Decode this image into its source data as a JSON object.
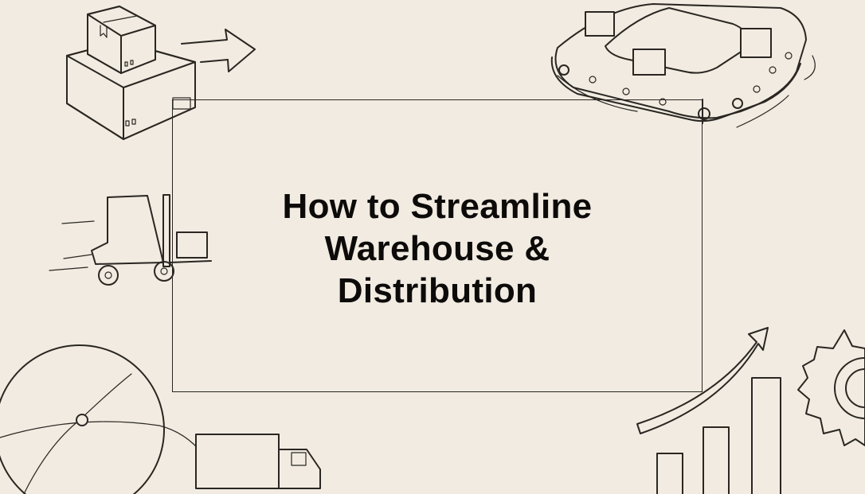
{
  "slide": {
    "title_lines": [
      "How to Streamline",
      "Warehouse &",
      "Distribution"
    ],
    "background_color": "#f1ebe1",
    "text_color": "#0d0b0a",
    "stroke_color": "#2a2622"
  },
  "illustrations": [
    {
      "name": "stacked-boxes-icon",
      "position": "top-left"
    },
    {
      "name": "arrow-right-icon",
      "position": "top-left"
    },
    {
      "name": "conveyor-belt-icon",
      "position": "top-right"
    },
    {
      "name": "forklift-icon",
      "position": "middle-left"
    },
    {
      "name": "globe-icon",
      "position": "bottom-left"
    },
    {
      "name": "delivery-truck-icon",
      "position": "bottom-left"
    },
    {
      "name": "growth-bar-chart-icon",
      "position": "bottom-right"
    },
    {
      "name": "gear-icon",
      "position": "bottom-right"
    }
  ]
}
